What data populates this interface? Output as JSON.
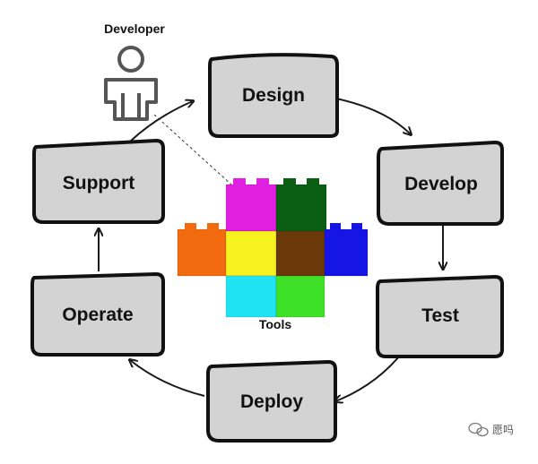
{
  "actor": {
    "label": "Developer",
    "icon": "person-icon"
  },
  "stages": [
    {
      "id": "design",
      "label": "Design"
    },
    {
      "id": "develop",
      "label": "Develop"
    },
    {
      "id": "test",
      "label": "Test"
    },
    {
      "id": "deploy",
      "label": "Deploy"
    },
    {
      "id": "operate",
      "label": "Operate"
    },
    {
      "id": "support",
      "label": "Support"
    }
  ],
  "tools": {
    "label": "Tools",
    "icon": "lego-bricks-icon",
    "brick_colors": [
      "#e01fe0",
      "#0a5e14",
      "#f26b0f",
      "#f6f21f",
      "#6b3808",
      "#1515e6",
      "#1fe3f2",
      "#3fe028"
    ]
  },
  "watermark": {
    "text": "愿吗",
    "icon": "wechat-icon"
  },
  "colors": {
    "box_fill": "#d3d3d3",
    "outline": "#111111"
  }
}
